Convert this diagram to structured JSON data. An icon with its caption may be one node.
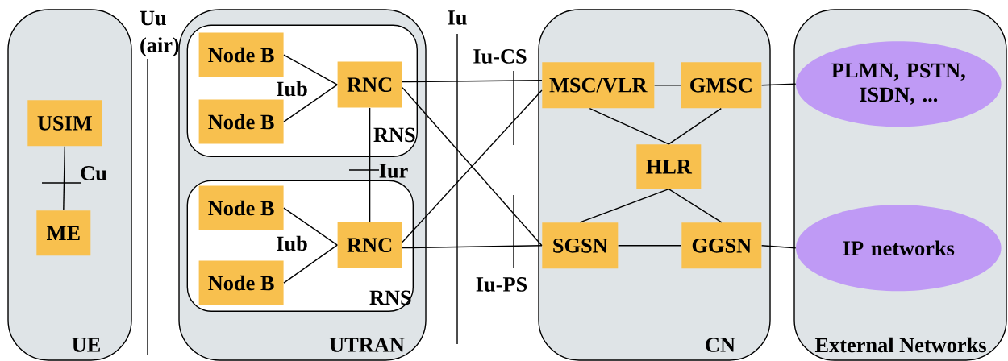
{
  "diagram": {
    "nodes": [
      {
        "text": [
          "UE"
        ]
      },
      {
        "text": [
          "USIM"
        ],
        "in": 0
      },
      {
        "text": [
          "ME"
        ],
        "in": 0
      },
      {
        "text": [
          "UTRAN"
        ]
      },
      {
        "text": [
          "RNS"
        ],
        "in": 3
      },
      {
        "text": [
          "Node B"
        ],
        "in": 4
      },
      {
        "text": [
          "Node B"
        ],
        "in": 4
      },
      {
        "text": [
          "RNC"
        ],
        "in": 4
      },
      {
        "text": [
          "RNS"
        ],
        "in": 3
      },
      {
        "text": [
          "Node B"
        ],
        "in": 8
      },
      {
        "text": [
          "Node B"
        ],
        "in": 8
      },
      {
        "text": [
          "RNC"
        ],
        "in": 8
      },
      {
        "text": [
          "CN"
        ]
      },
      {
        "text": [
          "MSC/VLR"
        ],
        "in": 12
      },
      {
        "text": [
          "GMSC"
        ],
        "in": 12
      },
      {
        "text": [
          "HLR"
        ],
        "in": 12
      },
      {
        "text": [
          "SGSN"
        ],
        "in": 12
      },
      {
        "text": [
          "GGSN"
        ],
        "in": 12
      },
      {
        "text": [
          "External Networks"
        ]
      },
      {
        "text": [
          "PLMN, PSTN, ISDN, ..."
        ],
        "in": 18
      },
      {
        "text": [
          "IP networks"
        ],
        "in": 18
      }
    ],
    "edges": [
      {
        "from": 1,
        "to": 2,
        "arrow": "none"
      },
      {
        "from": 5,
        "to": 7,
        "arrow": "none"
      },
      {
        "from": 6,
        "to": 7,
        "arrow": "none"
      },
      {
        "from": 9,
        "to": 11,
        "arrow": "none"
      },
      {
        "from": 10,
        "to": 11,
        "arrow": "none"
      },
      {
        "from": 7,
        "to": 11,
        "arrow": "none"
      },
      {
        "from": 7,
        "to": 13,
        "arrow": "none"
      },
      {
        "from": 7,
        "to": 16,
        "arrow": "none"
      },
      {
        "from": 11,
        "to": 13,
        "arrow": "none"
      },
      {
        "from": 11,
        "to": 16,
        "arrow": "none"
      },
      {
        "from": 13,
        "to": 14,
        "arrow": "none"
      },
      {
        "from": 13,
        "to": 15,
        "arrow": "none"
      },
      {
        "from": 14,
        "to": 15,
        "arrow": "none"
      },
      {
        "from": 15,
        "to": 16,
        "arrow": "none"
      },
      {
        "from": 15,
        "to": 17,
        "arrow": "none"
      },
      {
        "from": 16,
        "to": 17,
        "arrow": "none"
      },
      {
        "from": 14,
        "to": 19,
        "arrow": "none"
      },
      {
        "from": 17,
        "to": 20,
        "arrow": "none"
      }
    ],
    "labels": [
      "Uu (air)",
      "Iu",
      "Iu-CS",
      "Iub",
      "Cu",
      "Iur",
      "Iub",
      "Iu-PS"
    ]
  }
}
